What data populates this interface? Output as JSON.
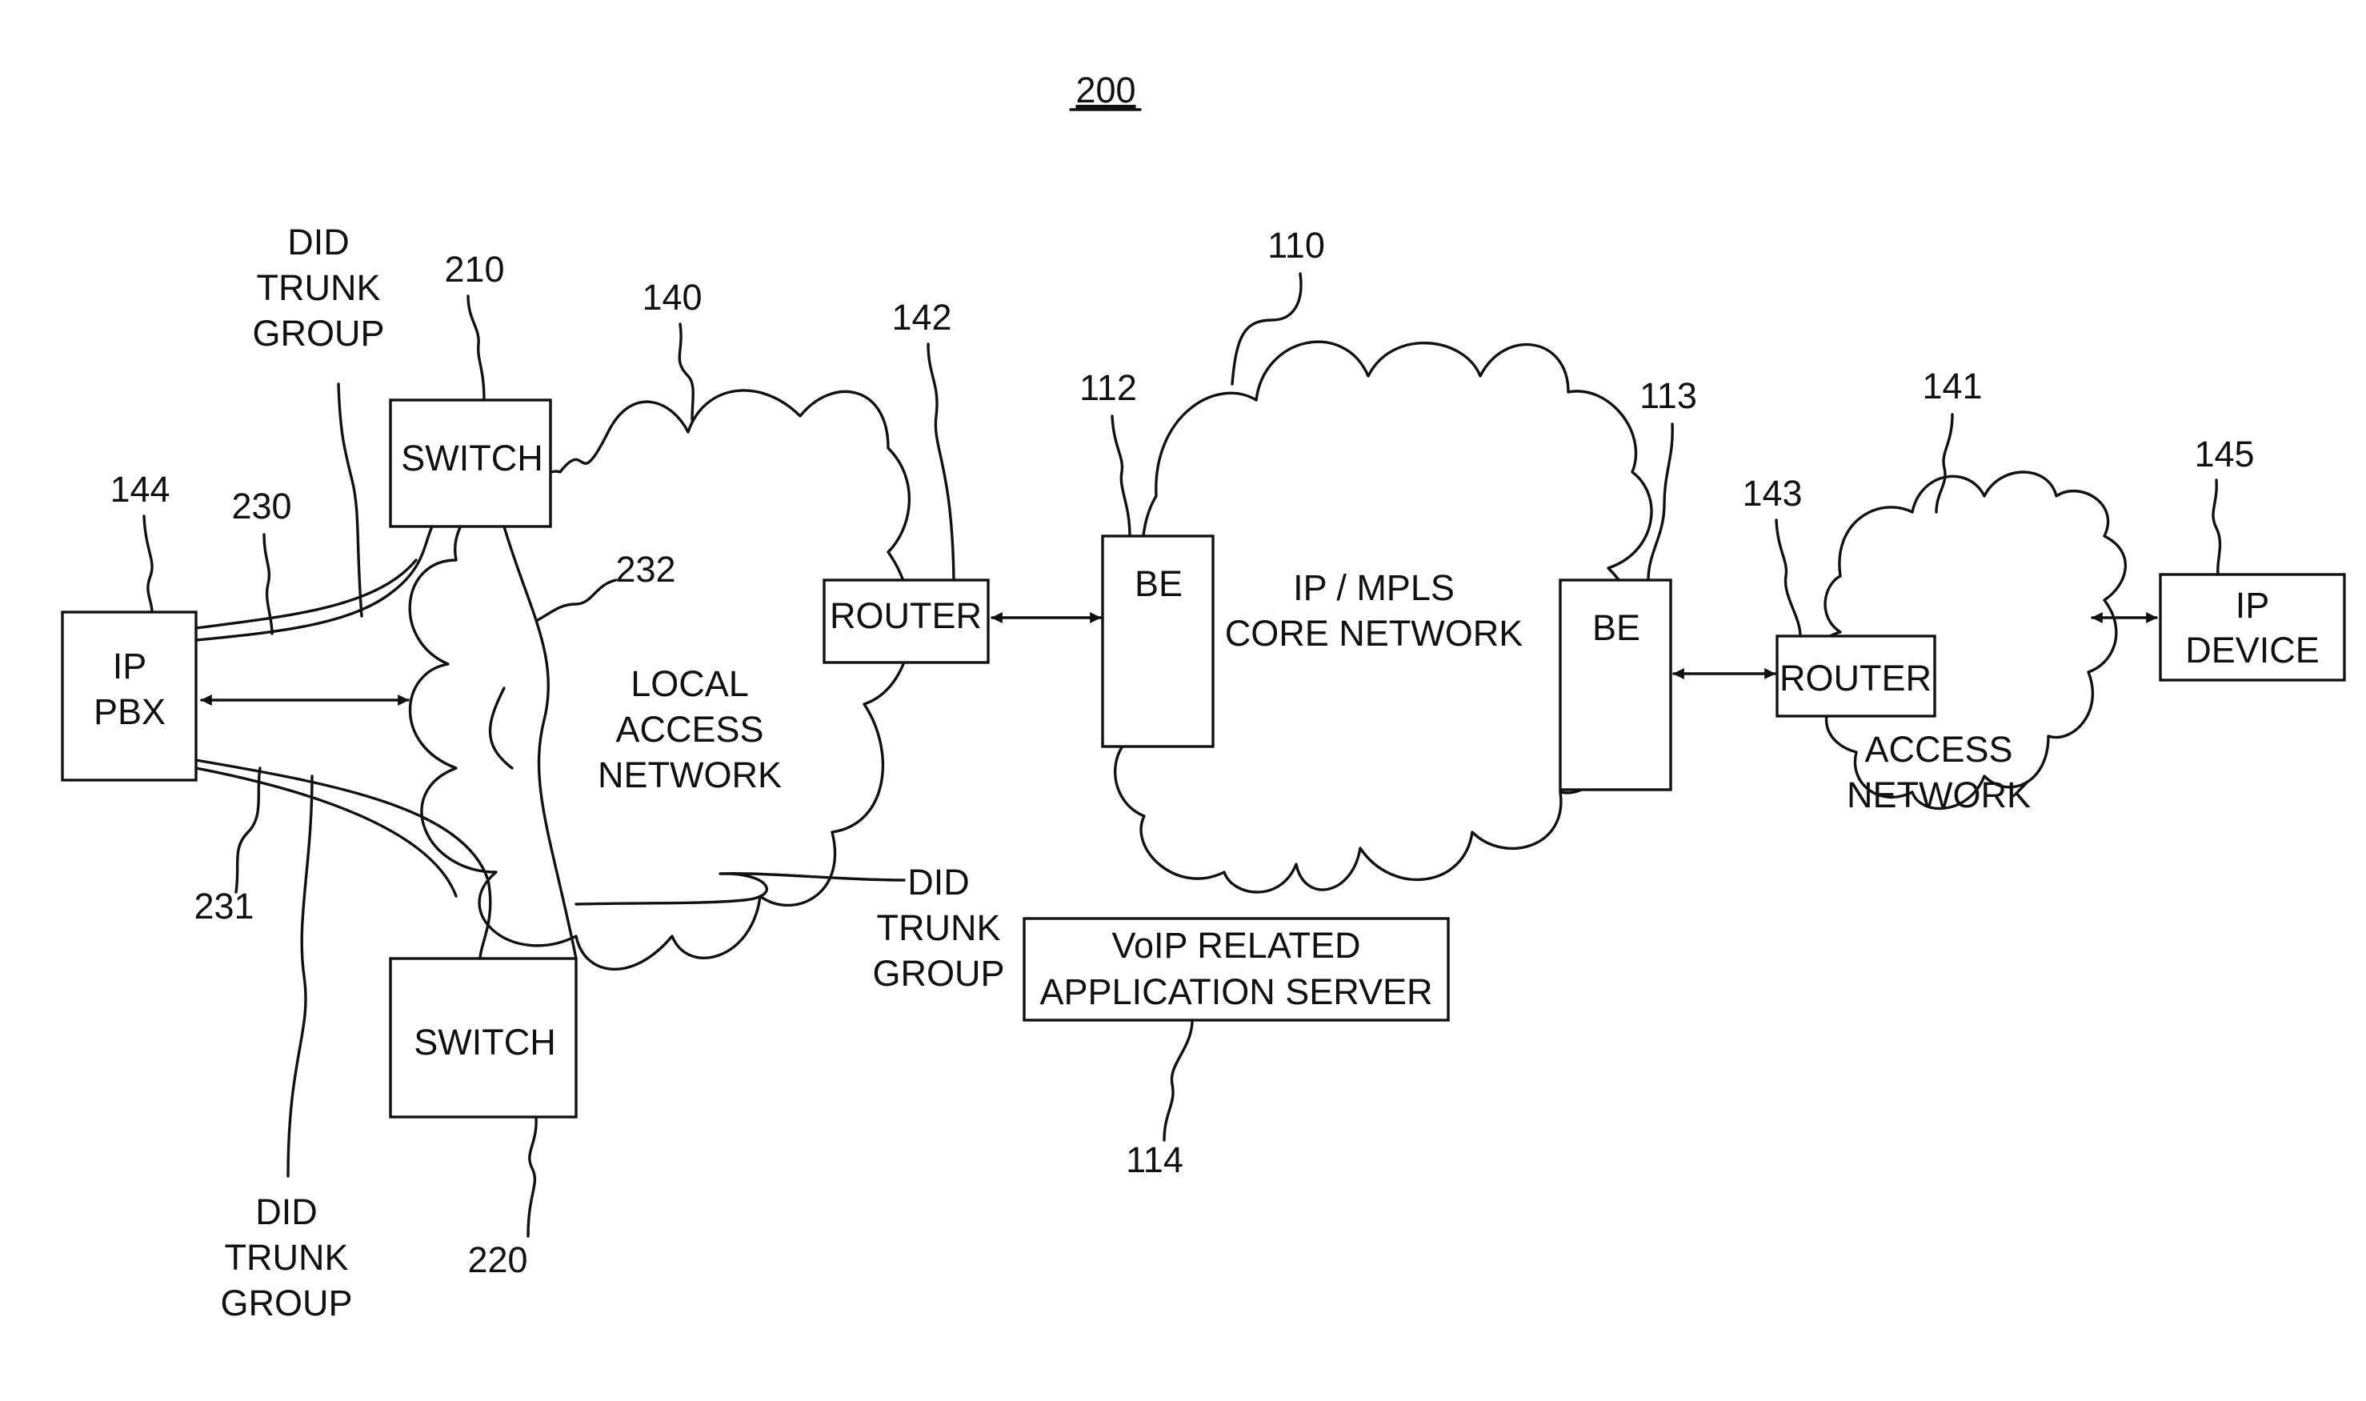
{
  "figure": {
    "number": "200"
  },
  "nodes": {
    "ip_pbx": {
      "line1": "IP",
      "line2": "PBX",
      "ref": "144"
    },
    "switch_top": {
      "label": "SWITCH",
      "ref": "210"
    },
    "switch_bottom": {
      "label": "SWITCH",
      "ref": "220"
    },
    "router_left": {
      "label": "ROUTER",
      "ref": "142"
    },
    "be_left": {
      "label": "BE",
      "ref": "112"
    },
    "be_right": {
      "label": "BE",
      "ref": "113"
    },
    "router_right": {
      "label": "ROUTER",
      "ref": "143"
    },
    "ip_device": {
      "line1": "IP",
      "line2": "DEVICE",
      "ref": "145"
    },
    "app_server": {
      "line1": "VoIP RELATED",
      "line2": "APPLICATION SERVER",
      "ref": "114"
    }
  },
  "networks": {
    "local_access": {
      "line1": "LOCAL",
      "line2": "ACCESS",
      "line3": "NETWORK",
      "ref": "140"
    },
    "core": {
      "line1": "IP / MPLS",
      "line2": "CORE NETWORK",
      "ref": "110"
    },
    "access": {
      "line1": "ACCESS",
      "line2": "NETWORK",
      "ref": "141"
    }
  },
  "trunk_groups": {
    "top": {
      "line1": "DID",
      "line2": "TRUNK",
      "line3": "GROUP",
      "ref": "230"
    },
    "bottom": {
      "line1": "DID",
      "line2": "TRUNK",
      "line3": "GROUP",
      "ref": "231"
    },
    "right": {
      "line1": "DID",
      "line2": "TRUNK",
      "line3": "GROUP",
      "ref": "232"
    }
  }
}
